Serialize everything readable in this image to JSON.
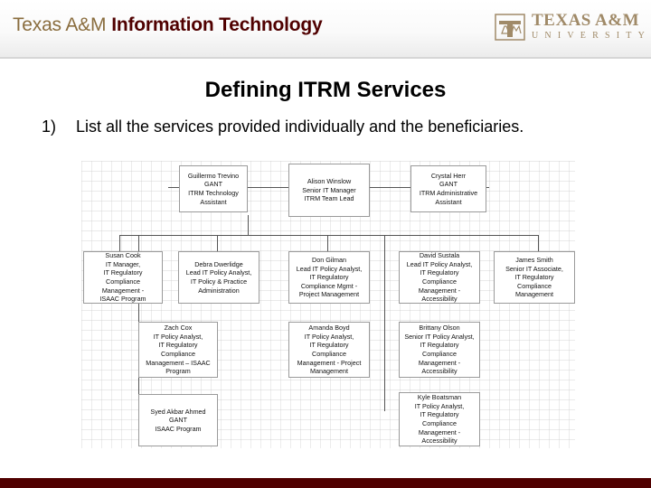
{
  "header": {
    "left_light": "Texas A&M",
    "left_bold": "Information Technology",
    "right_title": "TEXAS A&M",
    "right_subtitle": "UNIVERSITY",
    "logo_icon": "tamu-atm-logo-icon"
  },
  "title": "Defining ITRM Services",
  "list": [
    {
      "number": "1)",
      "text": "List all the services provided individually and the beneficiaries."
    }
  ],
  "org": {
    "top_left": "Guillermo Trevino\nGANT\nITRM Technology\nAssistant",
    "top_center": "Alison Winslow\nSenior IT Manager\nITRM Team Lead",
    "top_right": "Crystal Herr\nGANT\nITRM Administrative\nAssistant",
    "col1": [
      "Susan Cook\nIT Manager,\nIT Regulatory\nCompliance\nManagement -\nISAAC Program",
      "Zach Cox\nIT Policy Analyst,\nIT Regulatory\nCompliance\nManagement – ISAAC\nProgram",
      "Syed Akbar Ahmed\nGANT\nISAAC Program"
    ],
    "col2": [
      "Debra Dwerlidge\nLead IT Policy Analyst,\nIT Policy & Practice\nAdministration"
    ],
    "col3": [
      "Don Gilman\nLead IT Policy Analyst,\nIT Regulatory\nCompliance Mgmt -\nProject Management",
      "Amanda Boyd\nIT Policy Analyst,\nIT Regulatory\nCompliance\nManagement - Project\nManagement"
    ],
    "col4": [
      "David Sustala\nLead IT Policy Analyst,\nIT Regulatory\nCompliance\nManagement -\nAccessibility",
      "Brittany Olson\nSenior IT Policy Analyst,\nIT Regulatory\nCompliance\nManagement -\nAccessibility",
      "Kyle Boatsman\nIT Policy Analyst,\nIT Regulatory\nCompliance\nManagement -\nAccessibility"
    ],
    "col5": [
      "James Smith\nSenior IT Associate,\nIT Regulatory\nCompliance\nManagement"
    ]
  },
  "colors": {
    "maroon": "#500000",
    "gold": "#a08a68"
  }
}
